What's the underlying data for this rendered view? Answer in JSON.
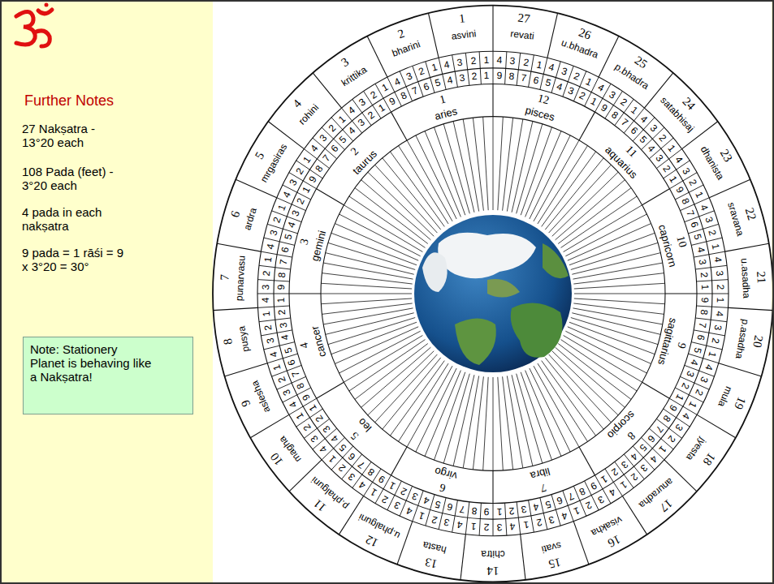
{
  "diagram": {
    "title": "Further Notes",
    "nodes": [
      {
        "text": [
          "Note: Stationery Planet is behaving like a Nakṣatra!"
        ]
      }
    ],
    "labels": [
      "27 Nakṣatra - 13°20 each",
      "108 Pada (feet) - 3°20 each",
      "4 pada in each nakṣatra",
      "9 pada = 1 rāśi = 9 x 3°20 = 30°",
      "1",
      "asvini",
      "2",
      "bharini",
      "3",
      "krittika",
      "4",
      "rohini",
      "5",
      "mrgasiras",
      "6",
      "ardra",
      "7",
      "punarvasu",
      "8",
      "pusya",
      "9",
      "aslesha",
      "10",
      "magha",
      "11",
      "p.phalguni",
      "12",
      "u.phalguni",
      "13",
      "hasta",
      "14",
      "chitra",
      "15",
      "svati",
      "16",
      "visakha",
      "17",
      "anuradha",
      "18",
      "jyesta",
      "19",
      "mula",
      "20",
      "p.asadha",
      "21",
      "u.asadha",
      "22",
      "sravana",
      "23",
      "dhanista",
      "24",
      "satabhisaj",
      "25",
      "p.bhadra",
      "26",
      "u.bhadra",
      "27",
      "revati",
      "1",
      "2",
      "3",
      "4",
      "1",
      "2",
      "3",
      "4",
      "1",
      "2",
      "3",
      "4",
      "1",
      "2",
      "3",
      "4",
      "1",
      "2",
      "3",
      "4",
      "1",
      "2",
      "3",
      "4",
      "1",
      "2",
      "3",
      "4",
      "1",
      "2",
      "3",
      "4",
      "1",
      "2",
      "3",
      "4",
      "1",
      "2",
      "3",
      "4",
      "1",
      "2",
      "3",
      "4",
      "1",
      "2",
      "3",
      "4",
      "1",
      "2",
      "3",
      "4",
      "1",
      "2",
      "3",
      "4",
      "1",
      "2",
      "3",
      "4",
      "1",
      "2",
      "3",
      "4",
      "1",
      "2",
      "3",
      "4",
      "1",
      "2",
      "3",
      "4",
      "1",
      "2",
      "3",
      "4",
      "1",
      "2",
      "3",
      "4",
      "1",
      "2",
      "3",
      "4",
      "1",
      "2",
      "3",
      "4",
      "1",
      "2",
      "3",
      "4",
      "1",
      "2",
      "3",
      "4",
      "1",
      "2",
      "3",
      "4",
      "1",
      "2",
      "3",
      "4",
      "1",
      "2",
      "3",
      "4",
      "1",
      "2",
      "3",
      "4",
      "5",
      "6",
      "7",
      "8",
      "9",
      "1",
      "2",
      "3",
      "4",
      "5",
      "6",
      "7",
      "8",
      "9",
      "1",
      "2",
      "3",
      "4",
      "5",
      "6",
      "7",
      "8",
      "9",
      "1",
      "2",
      "3",
      "4",
      "5",
      "6",
      "7",
      "8",
      "9",
      "1",
      "2",
      "3",
      "4",
      "5",
      "6",
      "7",
      "8",
      "9",
      "1",
      "2",
      "3",
      "4",
      "5",
      "6",
      "7",
      "8",
      "9",
      "1",
      "2",
      "3",
      "4",
      "5",
      "6",
      "7",
      "8",
      "9",
      "1",
      "2",
      "3",
      "4",
      "5",
      "6",
      "7",
      "8",
      "9",
      "1",
      "2",
      "3",
      "4",
      "5",
      "6",
      "7",
      "8",
      "9",
      "1",
      "2",
      "3",
      "4",
      "5",
      "6",
      "7",
      "8",
      "9",
      "1",
      "2",
      "3",
      "4",
      "5",
      "6",
      "7",
      "8",
      "9",
      "1",
      "2",
      "3",
      "4",
      "5",
      "6",
      "7",
      "8",
      "9",
      "1",
      "aries",
      "2",
      "taurus",
      "3",
      "gemini",
      "4",
      "cancer",
      "5",
      "leo",
      "6",
      "virgo",
      "7",
      "libra",
      "8",
      "scorpio",
      "9",
      "sagittarius",
      "10",
      "capricorn",
      "11",
      "aquarius",
      "12",
      "pisces"
    ]
  }
}
